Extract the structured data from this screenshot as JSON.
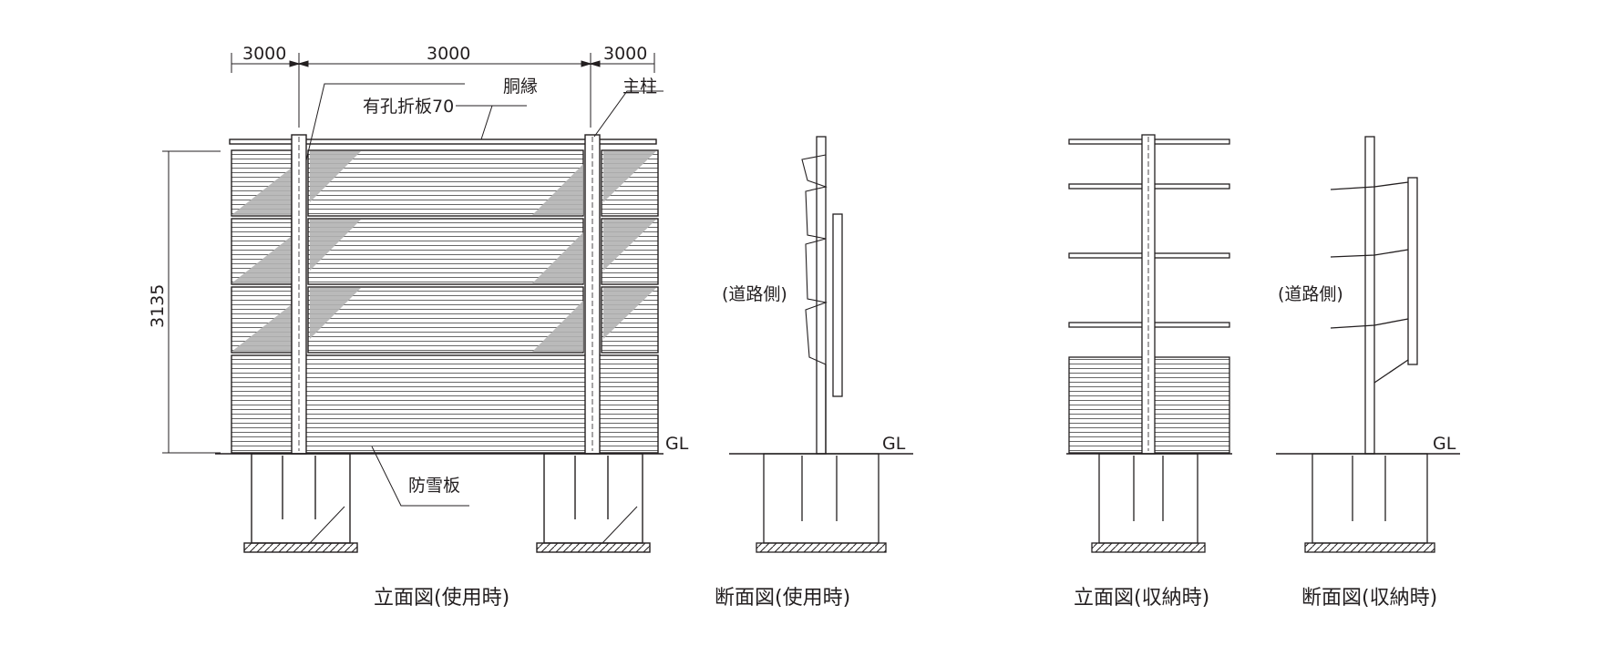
{
  "dimensions": {
    "width_left": "3000",
    "width_center": "3000",
    "width_right": "3000",
    "height": "3135"
  },
  "callouts": {
    "perforated_panel": "有孔折板70",
    "waist_rail": "胴縁",
    "main_post": "主柱",
    "snow_fence_panel": "防雪板",
    "road_side_1": "(道路側)",
    "road_side_2": "(道路側)",
    "ground_level_1": "GL",
    "ground_level_2": "GL",
    "ground_level_3": "GL"
  },
  "captions": {
    "elevation_in_use": "立面図(使用時)",
    "section_in_use": "断面図(使用時)",
    "elevation_stored": "立面図(収納時)",
    "section_stored": "断面図(収納時)"
  },
  "colors": {
    "line": "#231f20",
    "shade": "#b3b3b3",
    "slat": "#555555"
  }
}
